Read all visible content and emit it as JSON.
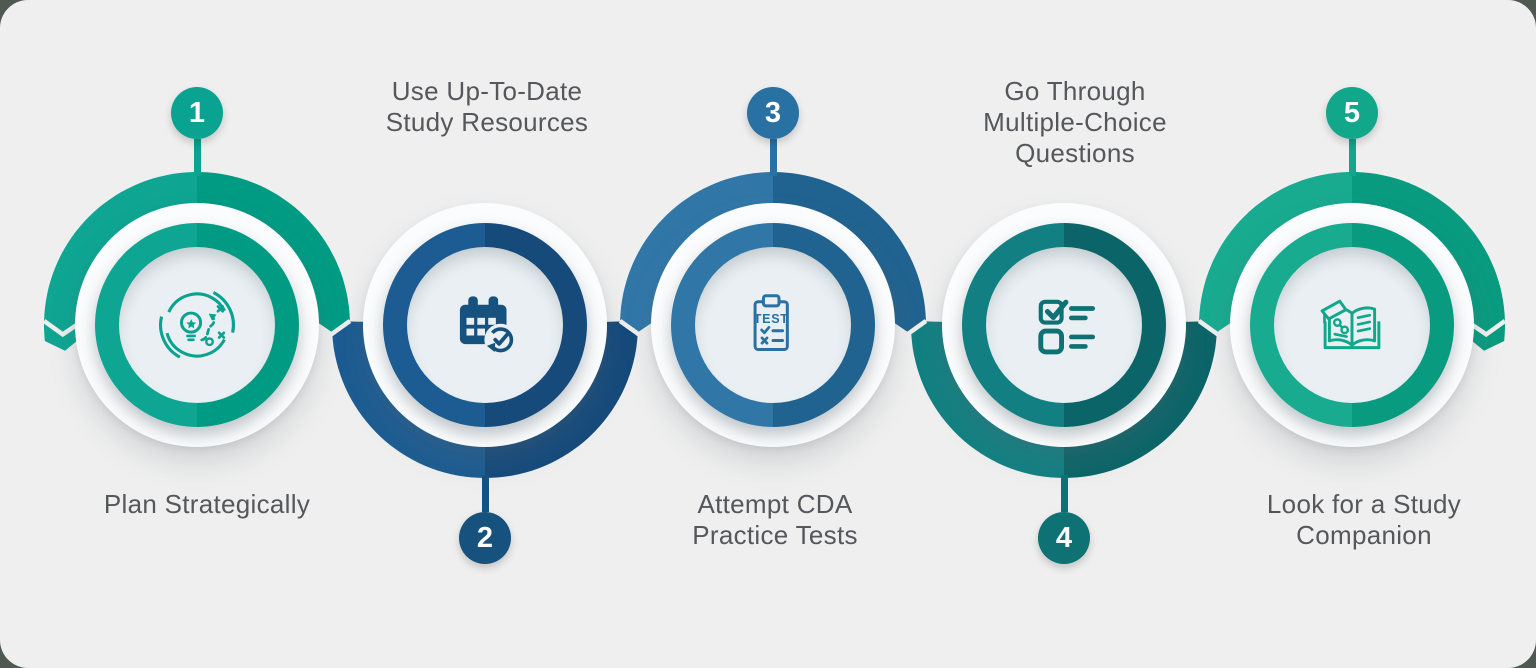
{
  "background": {
    "panel_color": "#EFEFEF",
    "outside_color": "#4E5951",
    "white_disc_color": "#FBFCFD",
    "inner_disc_color": "#E9EFF2",
    "label_color": "#56575B",
    "notch_color": "#EFEFEF"
  },
  "steps": [
    {
      "number": "1",
      "label": "Plan Strategically",
      "label_position": "bottom",
      "icon": "strategy-lightbulb-icon",
      "colors": {
        "light": "#0EA592",
        "dark": "#019B83",
        "badge": "#0AA291"
      }
    },
    {
      "number": "2",
      "label": "Use Up-To-Date\nStudy Resources",
      "label_position": "top",
      "icon": "calendar-check-icon",
      "colors": {
        "light": "#1C5C92",
        "dark": "#154A7B",
        "badge": "#17527F"
      }
    },
    {
      "number": "3",
      "label": "Attempt CDA\nPractice Tests",
      "label_position": "bottom",
      "icon": "test-clipboard-icon",
      "colors": {
        "light": "#3077A8",
        "dark": "#216390",
        "badge": "#2971A2"
      }
    },
    {
      "number": "4",
      "label": "Go Through\nMultiple-Choice\nQuestions",
      "label_position": "top",
      "icon": "multiple-choice-icon",
      "colors": {
        "light": "#128082",
        "dark": "#0B6568",
        "badge": "#0E7173"
      }
    },
    {
      "number": "5",
      "label": "Look for a Study\nCompanion",
      "label_position": "bottom",
      "icon": "study-book-icon",
      "colors": {
        "light": "#18AB90",
        "dark": "#099B80",
        "badge": "#10A78B"
      }
    }
  ]
}
